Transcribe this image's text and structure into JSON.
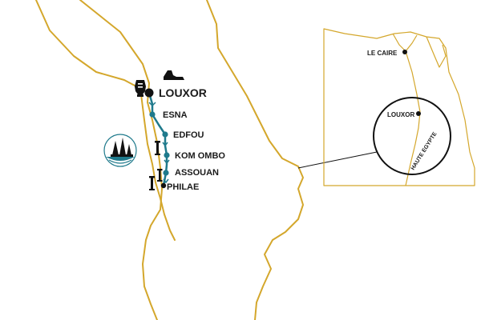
{
  "map": {
    "colors": {
      "border": "#d4a72c",
      "route": "#1f7a8c",
      "ink": "#111111"
    },
    "route_stops": [
      {
        "key": "louxor",
        "label": "LOUXOR"
      },
      {
        "key": "esna",
        "label": "ESNA"
      },
      {
        "key": "edfou",
        "label": "EDFOU"
      },
      {
        "key": "kom-ombo",
        "label": "KOM OMBO"
      },
      {
        "key": "assouan",
        "label": "ASSOUAN"
      },
      {
        "key": "philae",
        "label": "PHILAE"
      }
    ],
    "inset": {
      "cities": [
        {
          "key": "le-caire",
          "label": "LE CAIRE"
        },
        {
          "key": "louxor",
          "label": "LOUXOR"
        }
      ],
      "region_label": "HAUTE EGYPTE"
    },
    "icons": [
      "pharaoh-bust-icon",
      "sphinx-icon",
      "felucca-boat-icon",
      "obelisk-icon",
      "obelisk-icon",
      "obelisk-icon"
    ]
  }
}
